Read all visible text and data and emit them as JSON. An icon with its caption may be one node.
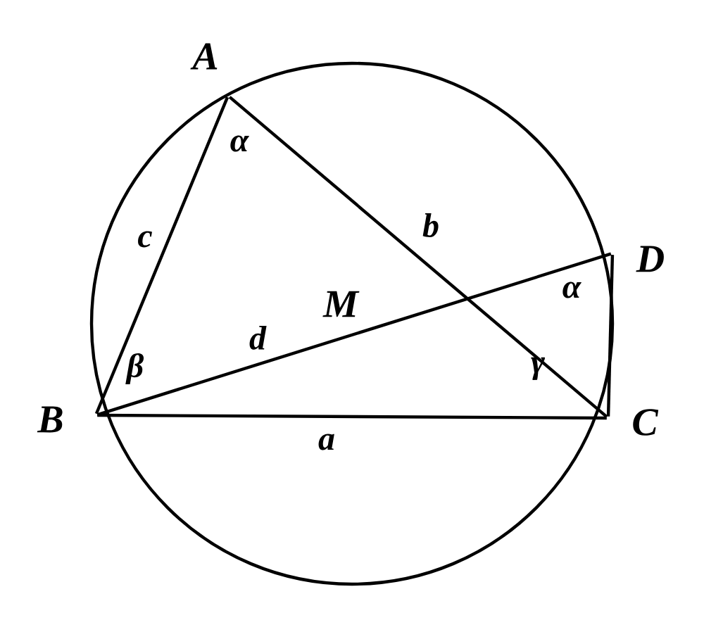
{
  "diagram": {
    "nodes": [
      {
        "text": [
          "A"
        ]
      },
      {
        "text": [
          "B"
        ]
      },
      {
        "text": [
          "C"
        ]
      },
      {
        "text": [
          "D"
        ]
      }
    ],
    "edges": [
      {
        "from": 0,
        "to": 1,
        "arrow": "none",
        "label": "c"
      },
      {
        "from": 0,
        "to": 2,
        "arrow": "none",
        "label": "b"
      },
      {
        "from": 1,
        "to": 2,
        "arrow": "none",
        "label": "a"
      },
      {
        "from": 1,
        "to": 3,
        "arrow": "none",
        "label": "d"
      },
      {
        "from": 3,
        "to": 2,
        "arrow": "none"
      }
    ],
    "labels": [
      "M",
      "α",
      "α",
      "β",
      "γ"
    ]
  }
}
